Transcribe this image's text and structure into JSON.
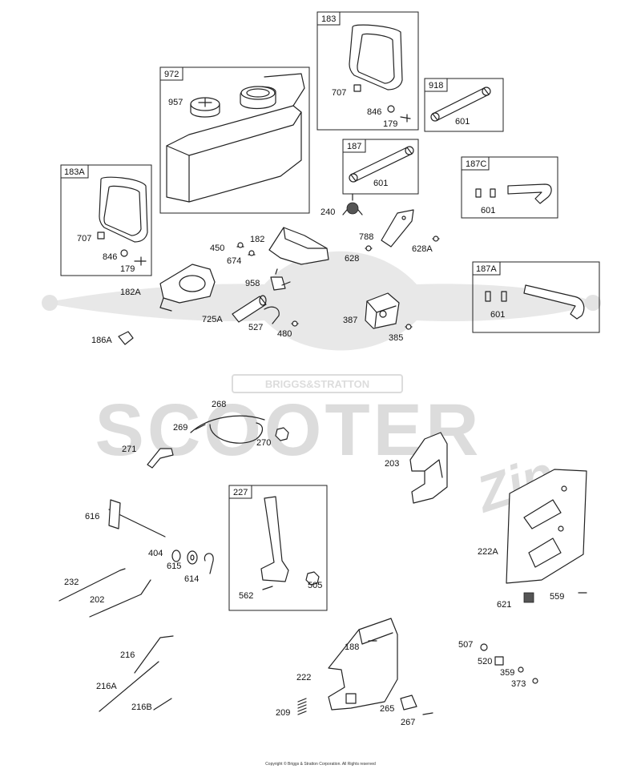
{
  "watermark": {
    "brand": "BRIGGS&STRATTON",
    "main": "SCOOTER",
    "script": "Zip"
  },
  "boxes": [
    {
      "id": "972"
    },
    {
      "id": "183"
    },
    {
      "id": "918"
    },
    {
      "id": "187"
    },
    {
      "id": "187C"
    },
    {
      "id": "183A"
    },
    {
      "id": "187A"
    },
    {
      "id": "227"
    }
  ],
  "labels": [
    "957",
    "707",
    "846",
    "179",
    "601",
    "601",
    "601",
    "707",
    "846",
    "179",
    "240",
    "788",
    "450",
    "182",
    "674",
    "628",
    "628A",
    "182A",
    "958",
    "601",
    "725A",
    "527",
    "480",
    "387",
    "385",
    "186A",
    "268",
    "269",
    "270",
    "271",
    "203",
    "616",
    "404",
    "615",
    "614",
    "232",
    "202",
    "562",
    "505",
    "222A",
    "621",
    "559",
    "188",
    "507",
    "520",
    "216",
    "359",
    "373",
    "222",
    "216A",
    "216B",
    "209",
    "265",
    "267"
  ],
  "footer": {
    "copyright": "Copyright © Briggs & Stratton Corporation. All Rights reserved"
  }
}
